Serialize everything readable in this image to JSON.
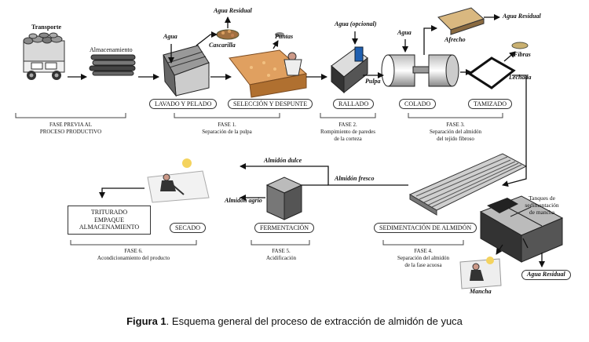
{
  "figure": {
    "caption_bold": "Figura 1",
    "caption_rest": ". Esquema general del proceso de extracción de almidón de yuca"
  },
  "labels": {
    "transporte": "Transporte",
    "almacenamiento": "Almacenamiento",
    "agua_1": "Agua",
    "agua_residual_1": "Agua Residual",
    "cascarilla": "Cascarilla",
    "puntas": "Puntas",
    "agua_opcional": "Agua (opcional)",
    "pulpa": "Pulpa",
    "agua_2": "Agua",
    "afrecho": "Afrecho",
    "agua_residual_2": "Agua Residual",
    "fibras": "Fibras",
    "lechada": "Lechada",
    "almidon_dulce": "Almidón dulce",
    "almidon_agrio": "Almidón agrio",
    "almidon_fresco": "Almidón fresco",
    "tanques_line1": "Tanques de",
    "tanques_line2": "sedimentación",
    "tanques_line3": "de mancha",
    "agua_residual_3": "Agua Residual",
    "mancha": "Mancha"
  },
  "steps": {
    "lavado": "LAVADO Y PELADO",
    "seleccion": "SELECCIÓN Y DESPUNTE",
    "rallado": "RALLADO",
    "colado": "COLADO",
    "tamizado": "TAMIZADO",
    "sedimentacion": "SEDIMENTACIÓN DE ALMIDÓN",
    "fermentacion": "FERMENTACIÓN",
    "secado": "SECADO",
    "triturado_l1": "TRITURADO",
    "triturado_l2": "EMPAQUE",
    "triturado_l3": "ALMACENAMIENTO"
  },
  "phases": {
    "previa_l1": "FASE PREVIA AL",
    "previa_l2": "PROCESO PRODUCTIVO",
    "f1_l1": "FASE 1.",
    "f1_l2": "Separación de la pulpa",
    "f2_l1": "FASE 2.",
    "f2_l2": "Rompimiento de paredes",
    "f2_l3": "de la corteza",
    "f3_l1": "FASE 3.",
    "f3_l2": "Separación del almidón",
    "f3_l3": "del tejido fibroso",
    "f4_l1": "FASE 4.",
    "f4_l2": "Separación del almidón",
    "f4_l3": "de la fase acuosa",
    "f5_l1": "FASE 5.",
    "f5_l2": "Acidificación",
    "f6_l1": "FASE 6.",
    "f6_l2": "Acondicionamiento del producto"
  }
}
